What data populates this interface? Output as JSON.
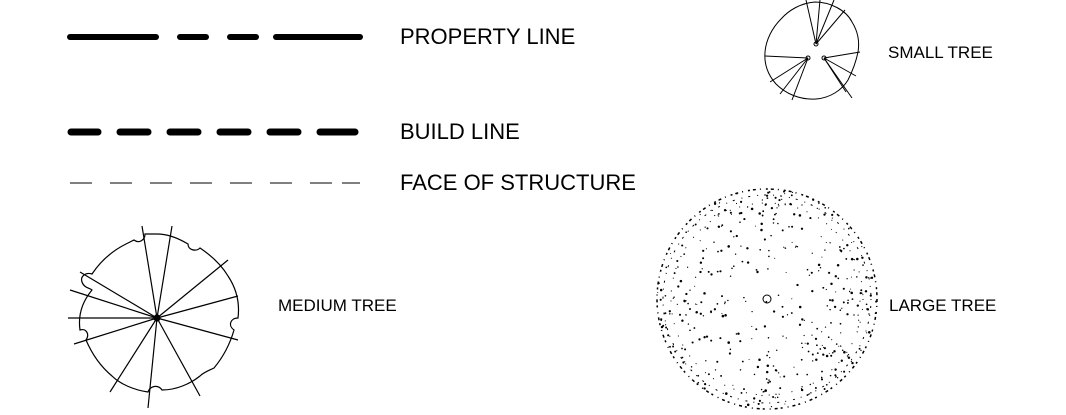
{
  "legend": {
    "property_line": "PROPERTY LINE",
    "build_line": "BUILD LINE",
    "face_of_structure": "FACE OF STRUCTURE",
    "small_tree": "SMALL TREE",
    "medium_tree": "MEDIUM TREE",
    "large_tree": "LARGE TREE"
  },
  "colors": {
    "ink": "#000000",
    "paper": "#ffffff"
  }
}
